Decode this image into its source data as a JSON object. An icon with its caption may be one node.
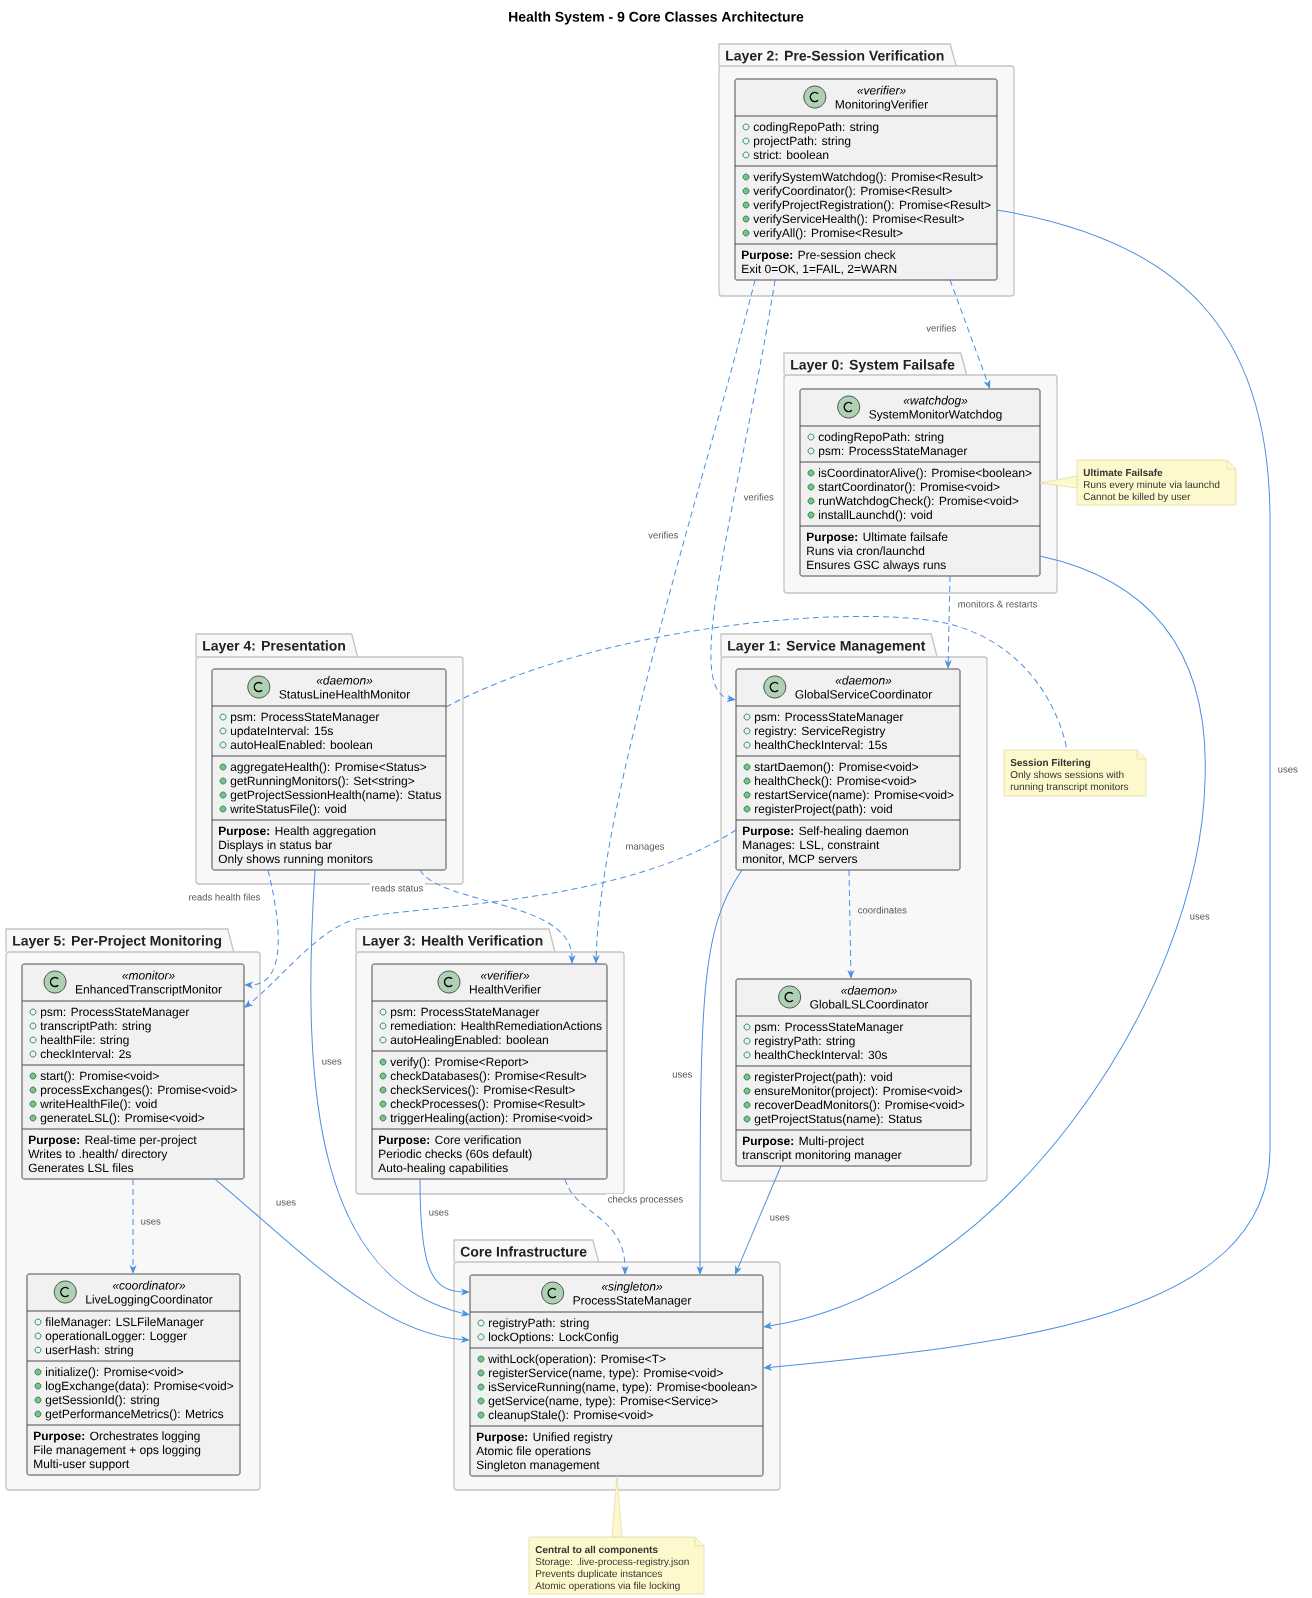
{
  "diagram": {
    "title": "Health System - 9 Core Classes Architecture",
    "nodes": [
      {
        "text": [
          "Layer 2: Pre-Session Verification"
        ]
      },
      {
        "text": [
          "«verifier»",
          "MonitoringVerifier",
          "codingRepoPath: string",
          "projectPath: string",
          "strict: boolean",
          "verifySystemWatchdog(): Promise<Result>",
          "verifyCoordinator(): Promise<Result>",
          "verifyProjectRegistration(): Promise<Result>",
          "verifyServiceHealth(): Promise<Result>",
          "verifyAll(): Promise<Result>",
          "**Purpose:** Pre-session check",
          "Exit 0=OK, 1=FAIL, 2=WARN"
        ],
        "in": 0
      },
      {
        "text": [
          "Layer 0: System Failsafe"
        ]
      },
      {
        "text": [
          "«watchdog»",
          "SystemMonitorWatchdog",
          "codingRepoPath: string",
          "psm: ProcessStateManager",
          "isCoordinatorAlive(): Promise<boolean>",
          "startCoordinator(): Promise<void>",
          "runWatchdogCheck(): Promise<void>",
          "installLaunchd(): void",
          "**Purpose:** Ultimate failsafe",
          "Runs via cron/launchd",
          "Ensures GSC always runs"
        ],
        "in": 2
      },
      {
        "text": [
          "Ultimate Failsafe",
          "Runs every minute via launchd",
          "Cannot be killed by user"
        ]
      },
      {
        "text": [
          "Layer 4: Presentation"
        ]
      },
      {
        "text": [
          "«daemon»",
          "StatusLineHealthMonitor",
          "psm: ProcessStateManager",
          "updateInterval: 15s",
          "autoHealEnabled: boolean",
          "aggregateHealth(): Promise<Status>",
          "getRunningMonitors(): Set<string>",
          "getProjectSessionHealth(name): Status",
          "writeStatusFile(): void",
          "**Purpose:** Health aggregation",
          "Displays in status bar",
          "Only shows running monitors"
        ],
        "in": 5
      },
      {
        "text": [
          "Layer 1: Service Management"
        ]
      },
      {
        "text": [
          "«daemon»",
          "GlobalServiceCoordinator",
          "psm: ProcessStateManager",
          "registry: ServiceRegistry",
          "healthCheckInterval: 15s",
          "startDaemon(): Promise<void>",
          "healthCheck(): Promise<void>",
          "restartService(name): Promise<void>",
          "registerProject(path): void",
          "**Purpose:** Self-healing daemon",
          "Manages: LSL, constraint",
          "monitor, MCP servers"
        ],
        "in": 7
      },
      {
        "text": [
          "«daemon»",
          "GlobalLSLCoordinator",
          "psm: ProcessStateManager",
          "registryPath: string",
          "healthCheckInterval: 30s",
          "registerProject(path): void",
          "ensureMonitor(project): Promise<void>",
          "recoverDeadMonitors(): Promise<void>",
          "getProjectStatus(name): Status",
          "**Purpose:** Multi-project",
          "transcript monitoring manager"
        ],
        "in": 7
      },
      {
        "text": [
          "Session Filtering",
          "Only shows sessions with",
          "running transcript monitors"
        ]
      },
      {
        "text": [
          "Layer 5: Per-Project Monitoring"
        ]
      },
      {
        "text": [
          "«monitor»",
          "EnhancedTranscriptMonitor",
          "psm: ProcessStateManager",
          "transcriptPath: string",
          "healthFile: string",
          "checkInterval: 2s",
          "start(): Promise<void>",
          "processExchanges(): Promise<void>",
          "writeHealthFile(): void",
          "generateLSL(): Promise<void>",
          "**Purpose:** Real-time per-project",
          "Writes to .health/ directory",
          "Generates LSL files"
        ],
        "in": 11
      },
      {
        "text": [
          "«coordinator»",
          "LiveLoggingCoordinator",
          "fileManager: LSLFileManager",
          "operationalLogger: Logger",
          "userHash: string",
          "initialize(): Promise<void>",
          "logExchange(data): Promise<void>",
          "getSessionId(): string",
          "getPerformanceMetrics(): Metrics",
          "**Purpose:** Orchestrates logging",
          "File management + ops logging",
          "Multi-user support"
        ],
        "in": 11
      },
      {
        "text": [
          "Layer 3: Health Verification"
        ]
      },
      {
        "text": [
          "«verifier»",
          "HealthVerifier",
          "psm: ProcessStateManager",
          "remediation: HealthRemediationActions",
          "autoHealingEnabled: boolean",
          "verify(): Promise<Report>",
          "checkDatabases(): Promise<Result>",
          "checkServices(): Promise<Result>",
          "checkProcesses(): Promise<Result>",
          "triggerHealing(action): Promise<void>",
          "**Purpose:** Core verification",
          "Periodic checks (60s default)",
          "Auto-healing capabilities"
        ],
        "in": 14
      },
      {
        "text": [
          "Core Infrastructure"
        ]
      },
      {
        "text": [
          "«singleton»",
          "ProcessStateManager",
          "registryPath: string",
          "lockOptions: LockConfig",
          "withLock(operation): Promise<T>",
          "registerService(name, type): Promise<void>",
          "isServiceRunning(name, type): Promise<boolean>",
          "getService(name, type): Promise<Service>",
          "cleanupStale(): Promise<void>",
          "**Purpose:** Unified registry",
          "Atomic file operations",
          "Singleton management"
        ],
        "in": 16
      },
      {
        "text": [
          "Central to all components",
          "Storage: .live-process-registry.json",
          "Prevents duplicate instances",
          "Atomic operations via file locking"
        ]
      }
    ],
    "edges": [
      {
        "from": 1,
        "to": 3,
        "arrow": "to",
        "label": "verifies",
        "style": "dashed"
      },
      {
        "from": 1,
        "to": 8,
        "arrow": "to",
        "label": "verifies",
        "style": "dashed"
      },
      {
        "from": 1,
        "to": 15,
        "arrow": "to",
        "label": "verifies",
        "style": "dashed"
      },
      {
        "from": 1,
        "to": 17,
        "arrow": "to",
        "label": "uses"
      },
      {
        "from": 3,
        "to": 8,
        "arrow": "to",
        "label": "monitors & restarts",
        "style": "dashed"
      },
      {
        "from": 3,
        "to": 17,
        "arrow": "to",
        "label": "uses"
      },
      {
        "from": 6,
        "to": 10,
        "arrow": "none",
        "style": "dashed"
      },
      {
        "from": 6,
        "to": 12,
        "arrow": "to",
        "label": "reads health files",
        "style": "dashed"
      },
      {
        "from": 6,
        "to": 15,
        "arrow": "to",
        "label": "reads status",
        "style": "dashed"
      },
      {
        "from": 6,
        "to": 17,
        "arrow": "to",
        "label": "uses"
      },
      {
        "from": 8,
        "to": 12,
        "arrow": "to",
        "label": "manages",
        "style": "dashed"
      },
      {
        "from": 8,
        "to": 9,
        "arrow": "to",
        "label": "coordinates",
        "style": "dashed"
      },
      {
        "from": 8,
        "to": 17,
        "arrow": "to",
        "label": "uses"
      },
      {
        "from": 12,
        "to": 13,
        "arrow": "to",
        "label": "uses",
        "style": "dashed"
      },
      {
        "from": 12,
        "to": 17,
        "arrow": "to",
        "label": "uses"
      },
      {
        "from": 15,
        "to": 17,
        "arrow": "to",
        "label": "uses"
      },
      {
        "from": 15,
        "to": 17,
        "arrow": "to",
        "label": "checks processes",
        "style": "dashed"
      },
      {
        "from": 9,
        "to": 17,
        "arrow": "to",
        "label": "uses"
      },
      {
        "from": 4,
        "to": 3,
        "arrow": "none"
      },
      {
        "from": 18,
        "to": 17,
        "arrow": "none"
      }
    ]
  }
}
